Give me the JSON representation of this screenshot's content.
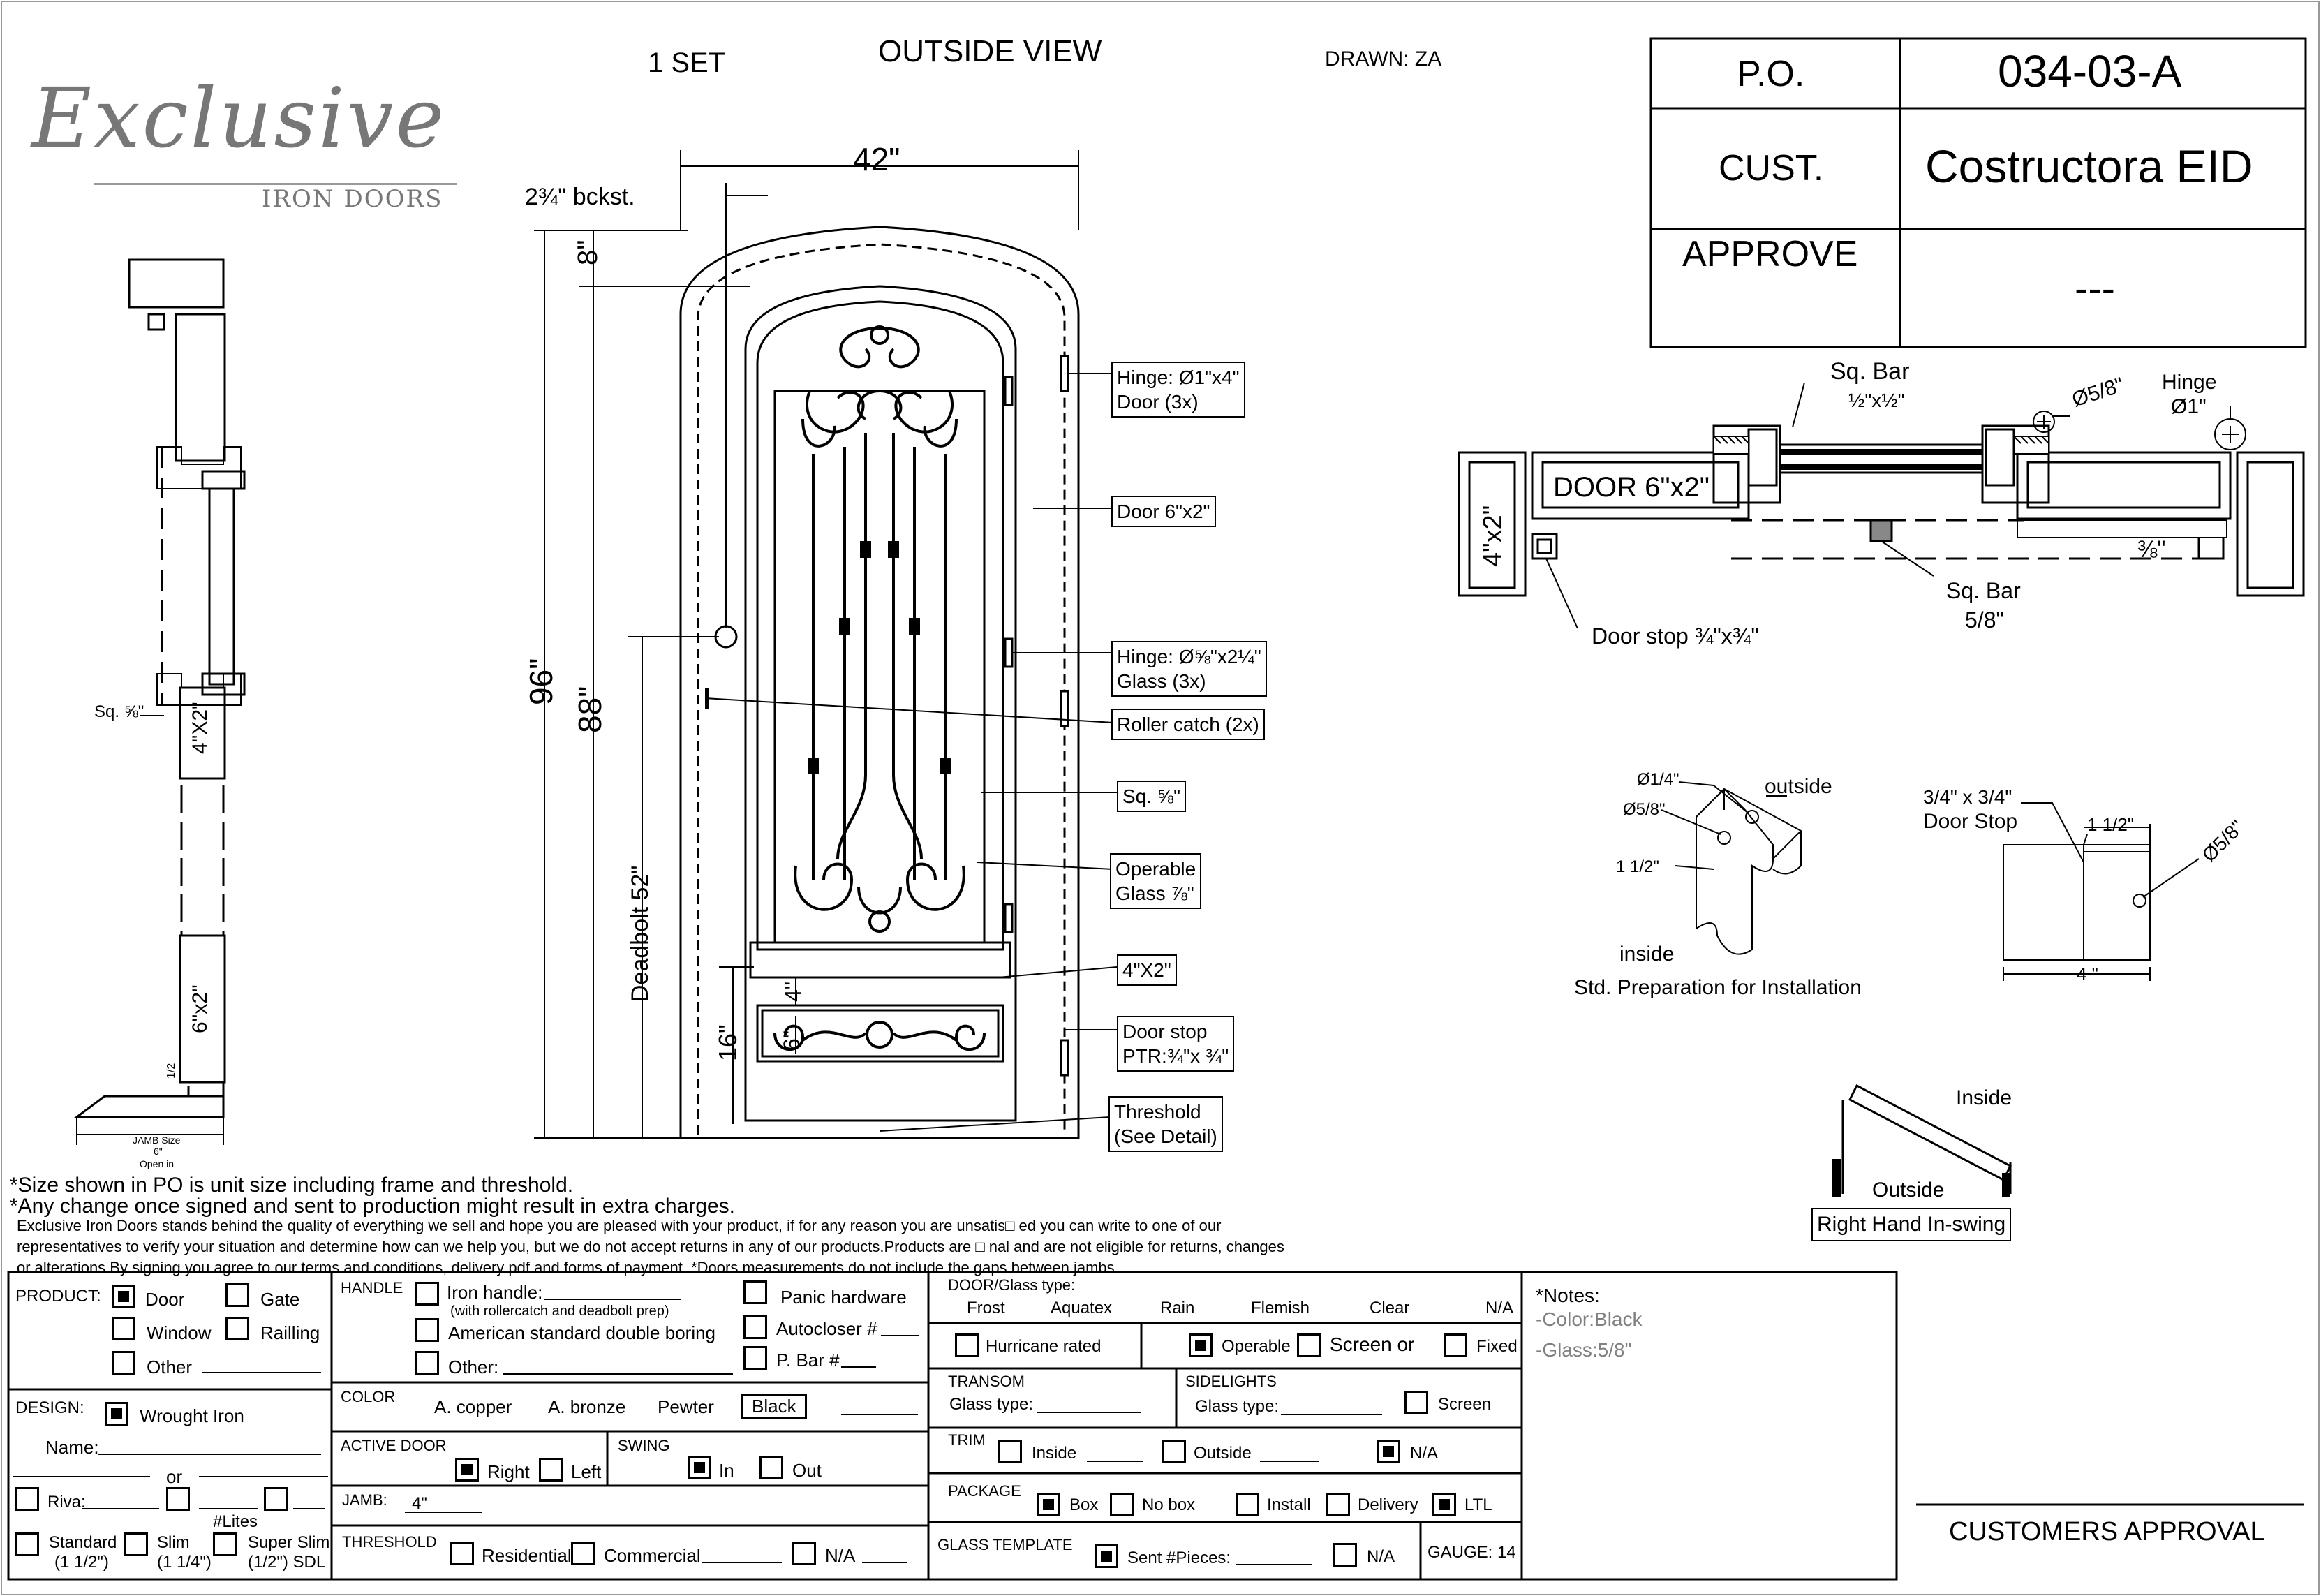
{
  "header": {
    "set": "1  SET",
    "view": "OUTSIDE VIEW",
    "drawn": "DRAWN: ZA"
  },
  "logo": {
    "brand": "Exclusive",
    "sub": "IRON DOORS"
  },
  "title_block": {
    "po_label": "P.O.",
    "po_value": "034-03-A",
    "cust_label": "CUST.",
    "cust_value": "Costructora EID",
    "approve_label": "APPROVE",
    "approve_value": "---"
  },
  "dimensions": {
    "width": "42\"",
    "backset": "2¾\" bckst.",
    "top": "8\"",
    "height_total": "96\"",
    "height_door": "88\"",
    "deadbolt": "Deadbolt 52\"",
    "bottom": "16\"",
    "bottom_small": "4\"",
    "bottom_small2": "6\""
  },
  "callouts": {
    "hinge_door_1": "Hinge: Ø1\"x4\"",
    "hinge_door_2": "Door (3x)",
    "door_size": "Door 6\"x2\"",
    "hinge_glass_1": "Hinge: Ø⅝\"x2¼\"",
    "hinge_glass_2": "Glass (3x)",
    "roller": "Roller catch  (2x)",
    "sq": "Sq. ⅝\"",
    "operable_1": "Operable",
    "operable_2": "Glass ⅞\"",
    "kick": "4\"X2\"",
    "doorstop_1": "Door stop",
    "doorstop_2": "PTR:¾\"x ¾\"",
    "threshold_1": "Threshold",
    "threshold_2": "(See Detail)"
  },
  "side_section": {
    "sq": "Sq. ⅝\"",
    "frame_upper": "4\"X2\"",
    "frame_lower": "6\"x2\"",
    "jamb1": "JAMB Size",
    "jamb2": "6\"",
    "jamb3": "Open in",
    "dim": "1/2"
  },
  "plan_section": {
    "sq_bar": "Sq. Bar",
    "sq_bar_size": "½\"x½\"",
    "dia58": "Ø5/8\"",
    "hinge": "Hinge",
    "hinge_dia": "Ø1\"",
    "door": "DOOR 6\"x2\"",
    "frame": "4\"x2\"",
    "three_eighths": "⅜\"",
    "door_stop": "Door stop ¾\"x¾\"",
    "sq_bar2": "Sq. Bar",
    "sq_bar2_size": "5/8\""
  },
  "prep_detail": {
    "d14": "Ø1/4\"",
    "d58": "Ø5/8\"",
    "outside": "outside",
    "inside": "inside",
    "dim": "1 1/2\"",
    "caption": "Std. Preparation for Installation"
  },
  "stop_detail": {
    "title1": "3/4\" x 3/4\"",
    "title2": "Door Stop",
    "dim": "1 1/2\"",
    "dia": "Ø5/8\"",
    "width": "4 \""
  },
  "swing_detail": {
    "inside": "Inside",
    "outside": "Outside",
    "label": "Right Hand In-swing"
  },
  "notes_text": {
    "line1": "*Size shown in PO is unit size including frame and threshold.",
    "line2": "*Any change once signed and sent to production might result in extra charges.",
    "line3": "Exclusive Iron Doors stands behind the quality of everything we sell and hope you are pleased with your product, if for any reason you are unsatis□ ed you can write to one of our",
    "line4": "representatives to verify your situation and determine how can we help you, but we do not accept returns in any of our products.Products are □ nal and are not eligible for returns, changes",
    "line5": "or alterations.By signing you agree to our terms and conditions, delivery pdf and forms of payment. *Doors measurements do not include the gaps between jambs"
  },
  "form": {
    "product_label": "PRODUCT:",
    "door": "Door",
    "gate": "Gate",
    "window": "Window",
    "railing": "Railling",
    "other": "Other",
    "design_label": "DESIGN:",
    "wrought_iron": "Wrought Iron",
    "name": "Name:",
    "or": "or",
    "riva": "Riva:",
    "lites": "#Lites",
    "standard": "Standard",
    "standard_sub": "(1 1/2\")",
    "slim": "Slim",
    "slim_sub": "(1 1/4\")",
    "super_slim": "Super Slim",
    "super_slim_sub": "(1/2\") SDL",
    "handle_label": "HANDLE",
    "iron_handle": "Iron handle:",
    "iron_handle_sub": "(with rollercatch and deadbolt prep)",
    "american": "American standard double boring",
    "other2": "Other:",
    "panic": "Panic hardware",
    "autocloser": "Autocloser #",
    "pbar": "P. Bar #",
    "color_label": "COLOR",
    "copper": "A. copper",
    "bronze": "A. bronze",
    "pewter": "Pewter",
    "black": "Black",
    "active_door": "ACTIVE DOOR",
    "right": "Right",
    "left": "Left",
    "swing": "SWING",
    "in": "In",
    "out": "Out",
    "jamb": "JAMB:",
    "jamb_value": "4\"",
    "threshold": "THRESHOLD",
    "residential": "Residential",
    "commercial": "Commercial",
    "na": "N/A",
    "glass_type": "DOOR/Glass type:",
    "frost": "Frost",
    "aquatex": "Aquatex",
    "rain": "Rain",
    "flemish": "Flemish",
    "clear": "Clear",
    "na2": "N/A",
    "hurricane": "Hurricane rated",
    "operable": "Operable",
    "screen_or": "Screen or",
    "fixed": "Fixed",
    "transom": "TRANSOM",
    "transom_glass": "Glass type:",
    "sidelights": "SIDELIGHTS",
    "side_glass": "Glass type:",
    "screen": "Screen",
    "trim": "TRIM",
    "inside": "Inside",
    "outside": "Outside",
    "trim_na": "N/A",
    "package": "PACKAGE",
    "box": "Box",
    "no_box": "No box",
    "install": "Install",
    "delivery": "Delivery",
    "ltl": "LTL",
    "glass_template": "GLASS TEMPLATE",
    "sent": "Sent #Pieces:",
    "gt_na": "N/A",
    "gauge": "GAUGE: 14",
    "notes_title": "*Notes:",
    "note_color": "-Color:Black",
    "note_glass": "-Glass:5/8\"",
    "customers_approval": "CUSTOMERS APPROVAL"
  },
  "colors": {
    "line": "#000000",
    "note_gray": "#808080"
  }
}
